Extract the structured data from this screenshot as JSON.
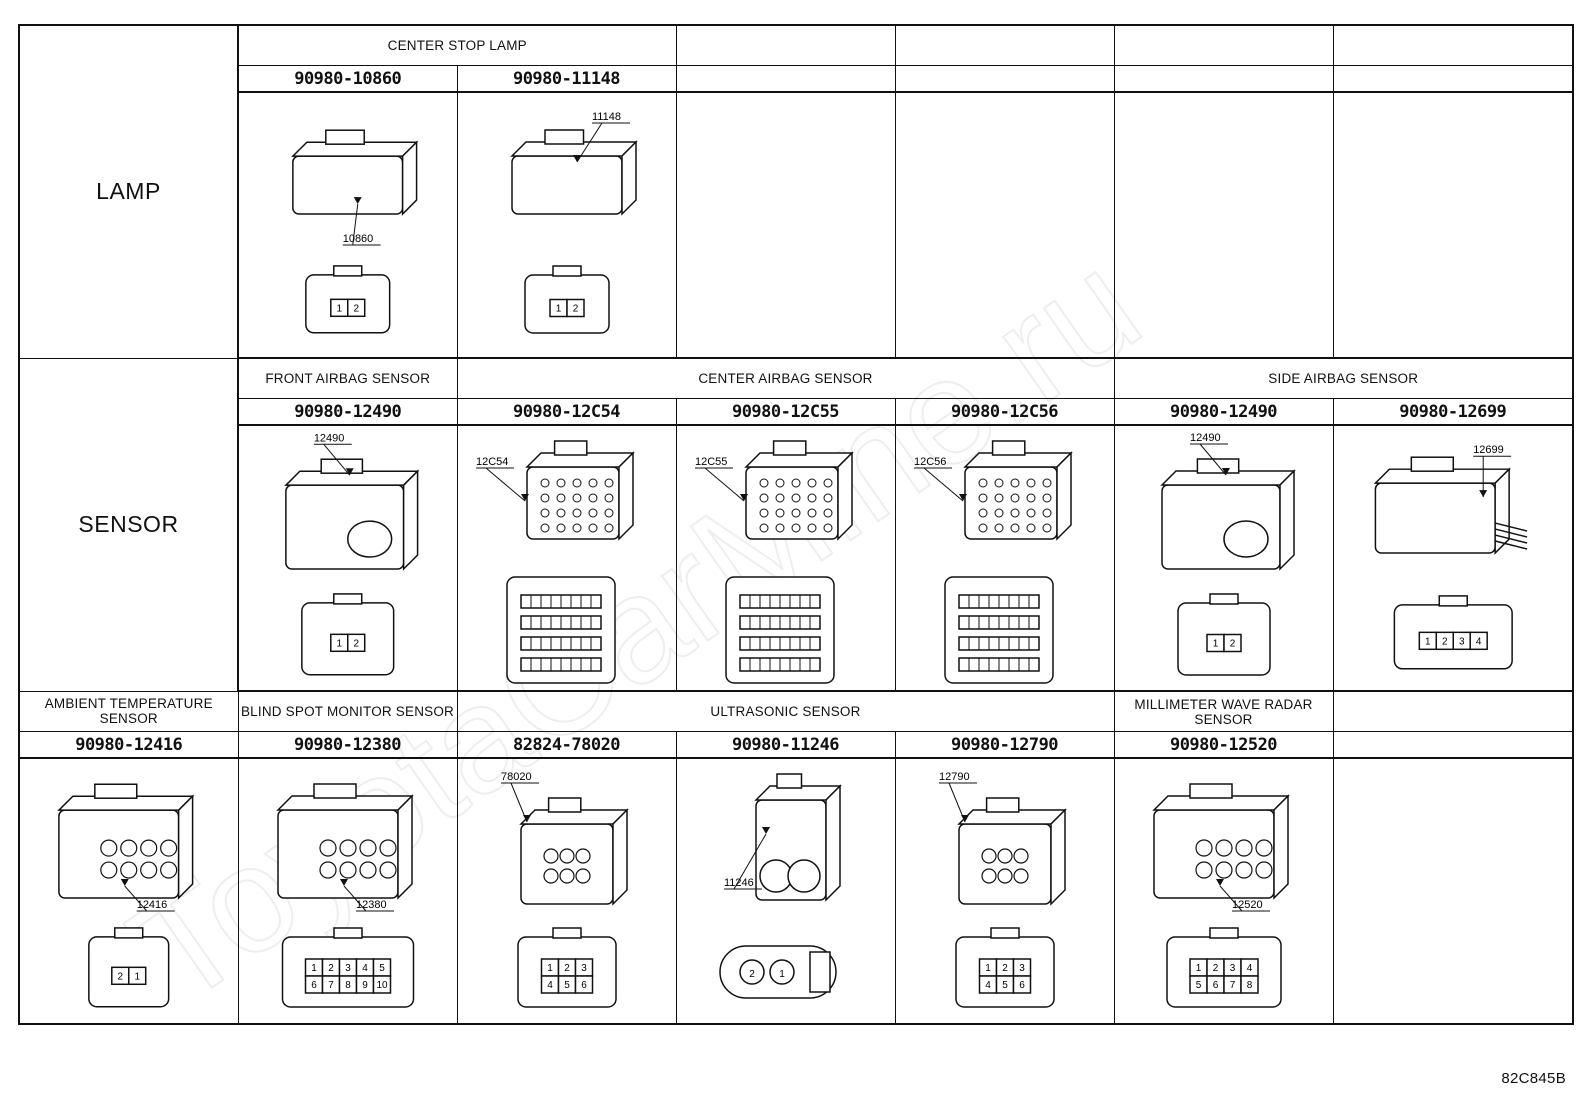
{
  "watermark": "ToyotaCarMine.ru",
  "figure_code": "82C845B",
  "rows": [
    {
      "category": "LAMP",
      "groups": [
        {
          "label": "CENTER STOP LAMP",
          "span": 2
        },
        {
          "label": "",
          "span": 1
        },
        {
          "label": "",
          "span": 1
        },
        {
          "label": "",
          "span": 1
        },
        {
          "label": "",
          "span": 1
        }
      ],
      "cells": [
        {
          "part_number": "90980-10860",
          "callout": "10860",
          "pins": [
            "1",
            "2"
          ],
          "style": "lamp-a"
        },
        {
          "part_number": "90980-11148",
          "callout": "11148",
          "pins": [
            "1",
            "2"
          ],
          "style": "lamp-b"
        },
        {
          "part_number": "",
          "callout": "",
          "pins": [],
          "style": "empty"
        },
        {
          "part_number": "",
          "callout": "",
          "pins": [],
          "style": "empty"
        },
        {
          "part_number": "",
          "callout": "",
          "pins": [],
          "style": "empty"
        },
        {
          "part_number": "",
          "callout": "",
          "pins": [],
          "style": "empty"
        }
      ]
    },
    {
      "category": "SENSOR",
      "groups": [
        {
          "label": "FRONT AIRBAG SENSOR",
          "span": 1
        },
        {
          "label": "CENTER AIRBAG SENSOR",
          "span": 3
        },
        {
          "label": "SIDE AIRBAG SENSOR",
          "span": 2
        }
      ],
      "cells": [
        {
          "part_number": "90980-12490",
          "callout": "12490",
          "pins": [
            "1",
            "2"
          ],
          "style": "airbag"
        },
        {
          "part_number": "90980-12C54",
          "callout": "12C54",
          "pins": [],
          "style": "multi"
        },
        {
          "part_number": "90980-12C55",
          "callout": "12C55",
          "pins": [],
          "style": "multi"
        },
        {
          "part_number": "90980-12C56",
          "callout": "12C56",
          "pins": [],
          "style": "multi"
        },
        {
          "part_number": "90980-12490",
          "callout": "12490",
          "pins": [
            "1",
            "2"
          ],
          "style": "airbag"
        },
        {
          "part_number": "90980-12699",
          "callout": "12699",
          "pins": [
            "1",
            "2",
            "3",
            "4"
          ],
          "style": "side4"
        }
      ]
    },
    {
      "category": "",
      "groups": [
        {
          "label": "AMBIENT TEMPERATURE SENSOR",
          "span": 1
        },
        {
          "label": "BLIND SPOT MONITOR SENSOR",
          "span": 1
        },
        {
          "label": "ULTRASONIC SENSOR",
          "span": 3
        },
        {
          "label": "MILLIMETER WAVE RADAR SENSOR",
          "span": 1
        },
        {
          "label": "",
          "span": 1
        }
      ],
      "cells": [
        {
          "part_number": "90980-12416",
          "callout": "12416",
          "pins": [
            "2",
            "1"
          ],
          "style": "amb"
        },
        {
          "part_number": "90980-12380",
          "callout": "12380",
          "pins": [
            "1",
            "2",
            "3",
            "4",
            "5",
            "6",
            "7",
            "8",
            "9",
            "10"
          ],
          "style": "bsm"
        },
        {
          "part_number": "82824-78020",
          "callout": "78020",
          "pins": [
            "1",
            "2",
            "3",
            "4",
            "5",
            "6"
          ],
          "style": "ultra"
        },
        {
          "part_number": "90980-11246",
          "callout": "11246",
          "pins": [
            "2",
            "1"
          ],
          "style": "round2"
        },
        {
          "part_number": "90980-12790",
          "callout": "12790",
          "pins": [
            "1",
            "2",
            "3",
            "4",
            "5",
            "6"
          ],
          "style": "ultra"
        },
        {
          "part_number": "90980-12520",
          "callout": "12520",
          "pins": [
            "1",
            "2",
            "3",
            "4",
            "5",
            "6",
            "7",
            "8"
          ],
          "style": "radar"
        },
        {
          "part_number": "",
          "callout": "",
          "pins": [],
          "style": "empty"
        }
      ]
    }
  ]
}
